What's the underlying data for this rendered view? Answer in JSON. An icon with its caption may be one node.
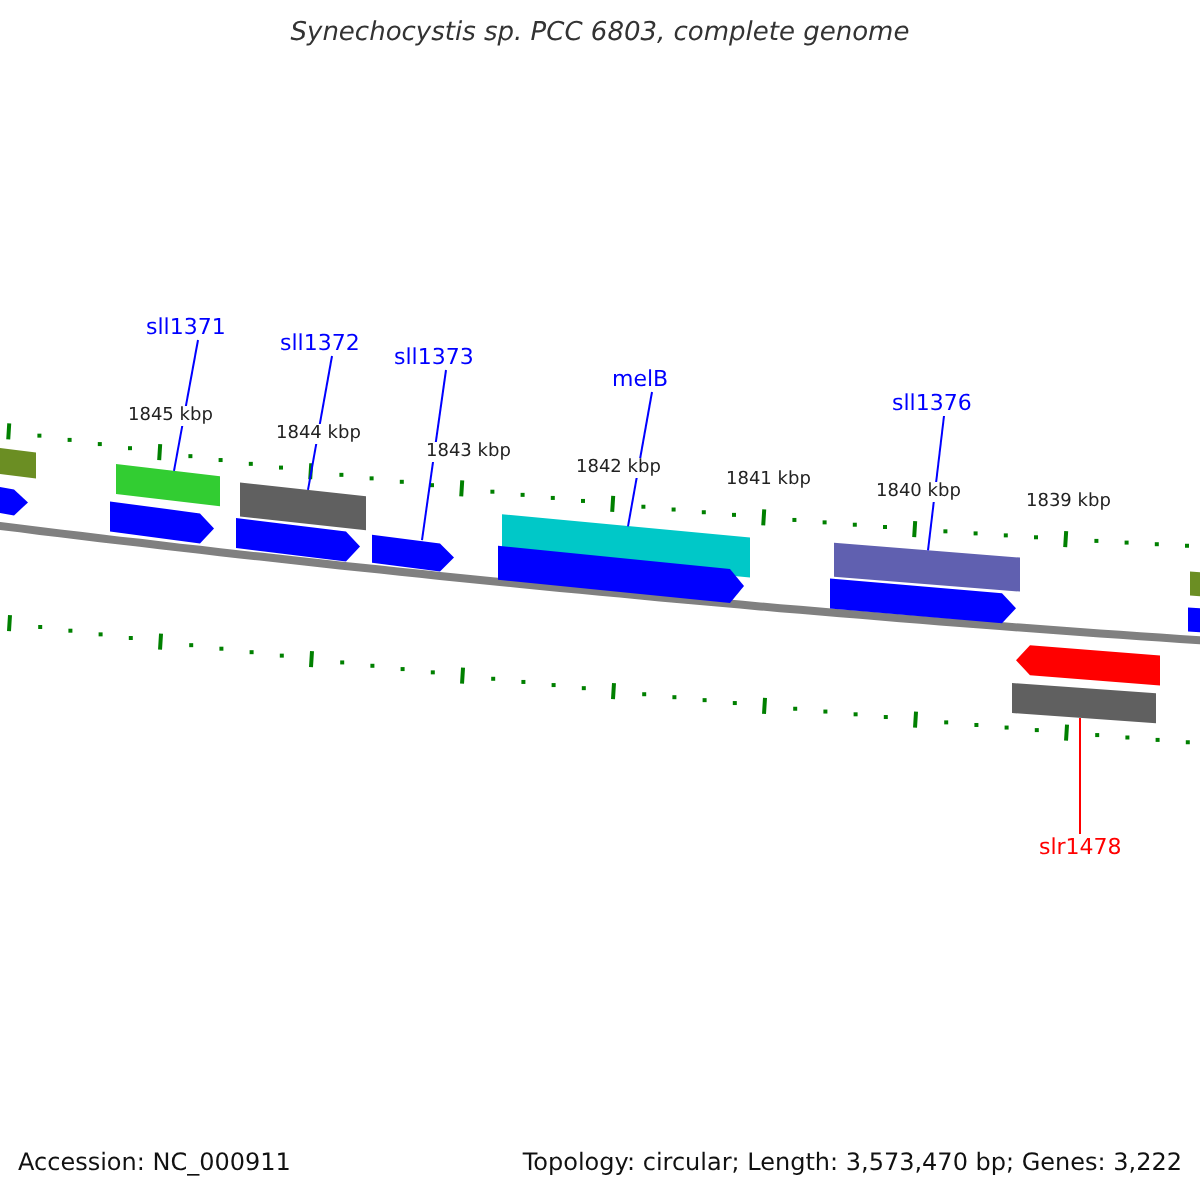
{
  "diagram": {
    "title": "Synechocystis sp. PCC 6803, complete genome",
    "nodes": [
      {
        "text": [
          "sll1371"
        ]
      },
      {
        "text": [
          "sll1372"
        ]
      },
      {
        "text": [
          "sll1373"
        ]
      },
      {
        "text": [
          "melB"
        ]
      },
      {
        "text": [
          "sll1376"
        ]
      },
      {
        "text": [
          "slr1478"
        ]
      },
      {
        "text": [],
        "shape": "bar"
      },
      {
        "text": [],
        "shape": "bar"
      },
      {
        "text": [],
        "shape": "bar"
      },
      {
        "text": [],
        "shape": "bar"
      },
      {
        "text": [],
        "shape": "bar"
      },
      {
        "text": [],
        "shape": "bar"
      },
      {
        "text": [],
        "shape": "bar"
      },
      {
        "text": [],
        "shape": "bar"
      },
      {
        "text": [],
        "shape": "bar"
      },
      {
        "text": [],
        "shape": "bar"
      },
      {
        "text": [],
        "shape": "bar"
      },
      {
        "text": [],
        "shape": "bar"
      },
      {
        "text": [],
        "shape": "bar"
      },
      {
        "text": [],
        "shape": "bar"
      },
      {
        "text": [],
        "shape": "bar"
      }
    ],
    "edges": [
      {
        "from": 0,
        "to": 6,
        "arrow": "none"
      },
      {
        "from": 1,
        "to": 7,
        "arrow": "none"
      },
      {
        "from": 2,
        "to": 8,
        "arrow": "none"
      },
      {
        "from": 3,
        "to": 9,
        "arrow": "none"
      },
      {
        "from": 4,
        "to": 10,
        "arrow": "none"
      },
      {
        "from": 5,
        "to": 11,
        "arrow": "none",
        "color": "#ff0000"
      }
    ],
    "labels": [
      "1845 kbp",
      "1844 kbp",
      "1843 kbp",
      "1842 kbp",
      "1841 kbp",
      "1840 kbp",
      "1839 kbp",
      "Accession: NC_000911",
      "Topology: circular; Length: 3,573,470 bp; Genes: 3,222"
    ]
  }
}
